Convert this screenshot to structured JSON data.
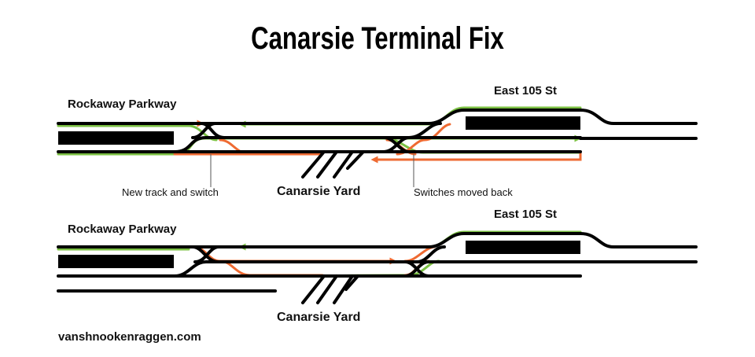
{
  "title": "Canarsie Terminal Fix",
  "colors": {
    "track": "#000000",
    "route_green": "#7bc043",
    "route_orange": "#ee6a32",
    "platform": "#000000"
  },
  "top_diagram": {
    "left_station": "Rockaway Parkway",
    "right_station": "East 105 St",
    "yard": "Canarsie Yard",
    "annotation_left": "New track and switch",
    "annotation_right": "Switches moved back"
  },
  "bottom_diagram": {
    "left_station": "Rockaway Parkway",
    "right_station": "East 105 St",
    "yard": "Canarsie Yard"
  },
  "credit": "vanshnookenraggen.com"
}
